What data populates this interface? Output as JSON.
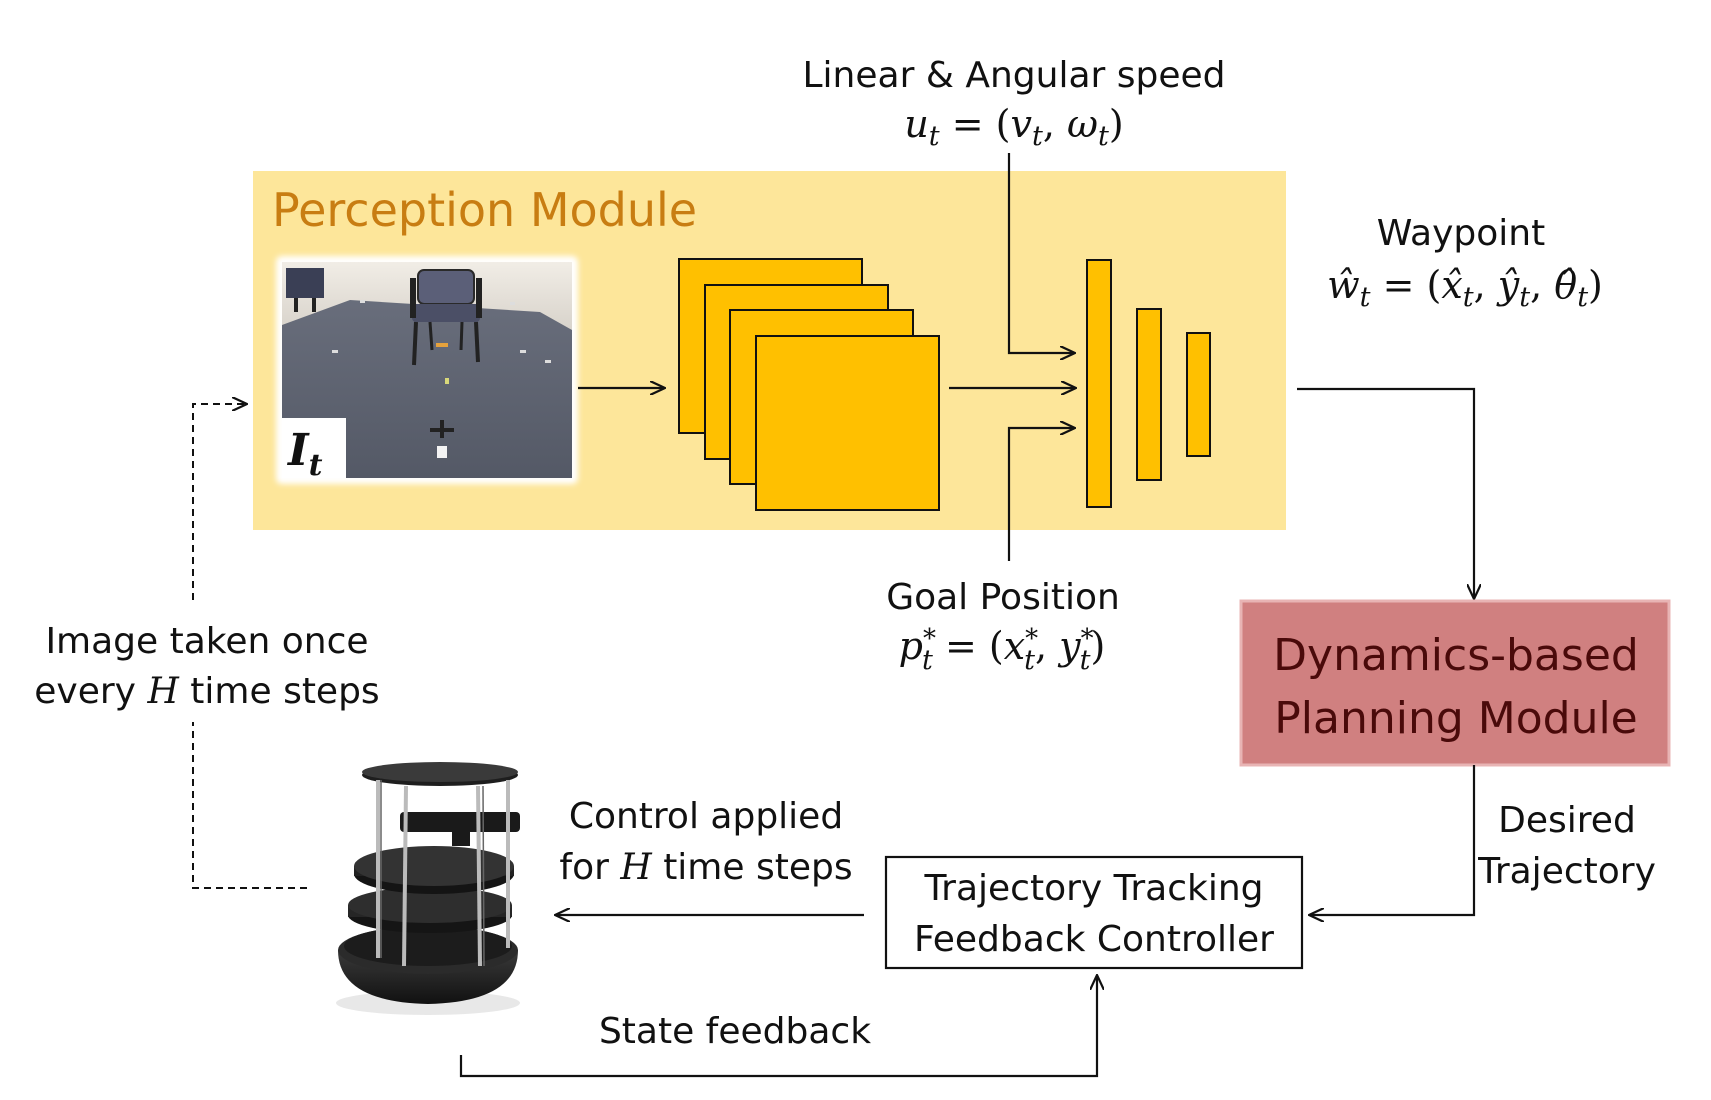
{
  "colors": {
    "perception_bg": "#fde69a",
    "perception_title": "#c87d12",
    "layer_fill": "#ffc000",
    "planning_bg": "#d08080",
    "planning_text": "#4a0a0a",
    "line": "#111111"
  },
  "perception": {
    "title": "Perception Module",
    "image_label": "I",
    "image_label_sub": "t",
    "image_icon": "room-with-chair-photo"
  },
  "speed_input": {
    "label": "Linear & Angular speed",
    "formula": "u_t = (v_t, ω_t)"
  },
  "goal_input": {
    "label": "Goal Position",
    "formula": "p*_t = (x*_t, y*_t)"
  },
  "waypoint": {
    "label": "Waypoint",
    "formula": "ŵ_t = (x̂_t, ŷ_t, θ̂_t)"
  },
  "planning": {
    "line1": "Dynamics-based",
    "line2": "Planning Module"
  },
  "desired": {
    "line1": "Desired",
    "line2": "Trajectory"
  },
  "controller": {
    "line1": "Trajectory Tracking",
    "line2": "Feedback Controller"
  },
  "control_applied": {
    "line1": "Control applied",
    "line2_pre": "for ",
    "line2_var": "H",
    "line2_post": " time steps"
  },
  "state_feedback": "State feedback",
  "image_taken": {
    "line1": "Image taken once",
    "line2_pre": "every ",
    "line2_var": "H",
    "line2_post": " time steps"
  },
  "robot": {
    "icon": "turtlebot-robot"
  }
}
